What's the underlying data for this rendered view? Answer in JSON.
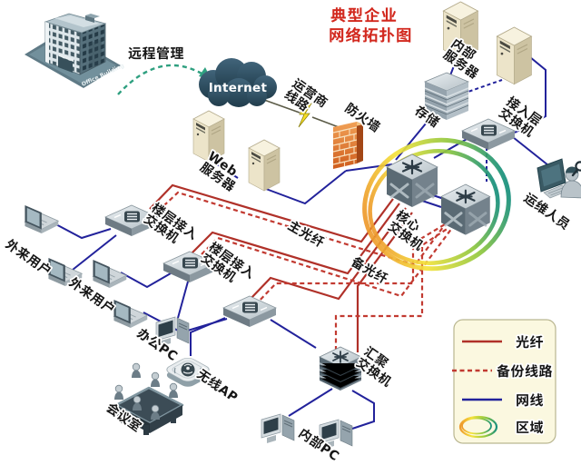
{
  "title": {
    "line1": "典型企业",
    "line2": "网络拓扑图"
  },
  "nodes": {
    "building": {
      "label": "Office Building"
    },
    "remote_mgmt": {
      "label": "远程管理"
    },
    "internet": {
      "label": "Internet"
    },
    "carrier_line": {
      "line1": "运营商",
      "line2": "线路"
    },
    "firewall": {
      "label": "防火墙"
    },
    "web_server": {
      "line1": "Web",
      "line2": "服务器"
    },
    "internal_server": {
      "line1": "内部",
      "line2": "服务器"
    },
    "storage": {
      "label": "存储"
    },
    "access_switch": {
      "line1": "接入层",
      "line2": "交换机"
    },
    "core_switch": {
      "line1": "核心",
      "line2": "交换机"
    },
    "ops_staff": {
      "label": "运维人员"
    },
    "floor_switch_1": {
      "line1": "楼层接入",
      "line2": "交换机"
    },
    "floor_switch_2": {
      "line1": "楼层接入",
      "line2": "交换机"
    },
    "external_user_1": {
      "label": "外来用户"
    },
    "external_user_2": {
      "label": "外来用户"
    },
    "office_pc": {
      "label": "办公PC"
    },
    "wireless_ap": {
      "label": "无线AP"
    },
    "meeting_room": {
      "label": "会议室"
    },
    "agg_switch": {
      "line1": "汇聚",
      "line2": "交换机"
    },
    "internal_pc": {
      "label": "内部PC"
    },
    "main_fiber": {
      "label": "主光纤"
    },
    "backup_fiber": {
      "label": "备光纤"
    }
  },
  "legend": {
    "items": [
      {
        "label": "光纤",
        "type": "solid-red"
      },
      {
        "label": "备份线路",
        "type": "dashed-red"
      },
      {
        "label": "网线",
        "type": "solid-blue"
      },
      {
        "label": "区域",
        "type": "ring"
      }
    ]
  },
  "colors": {
    "title": "#d2281e",
    "fiber": "#b03129",
    "backup_line": "#c03a32",
    "network_cable": "#22229b",
    "area_ring": [
      "#ee9a2d",
      "#f5e33c",
      "#8cc63f",
      "#17907c"
    ]
  }
}
